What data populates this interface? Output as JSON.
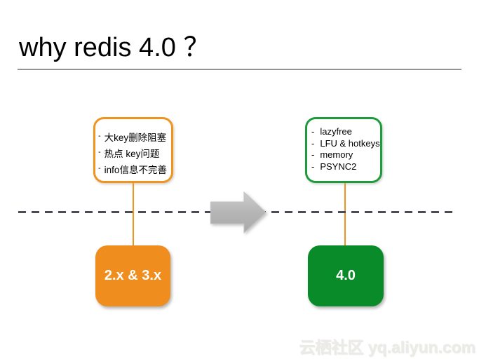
{
  "title": "why redis 4.0 ？",
  "watermark": "云栖社区 yq.aliyun.com",
  "old_version": {
    "label": "2.x & 3.x",
    "issues": [
      "大key删除阻塞",
      "热点 key问题",
      "info信息不完善"
    ]
  },
  "new_version": {
    "label": "4.0",
    "features": [
      "lazyfree",
      "LFU & hotkeys",
      "memory",
      "PSYNC2"
    ]
  },
  "colors": {
    "orange": "#F0941E",
    "orange_fill": "#EF8E1E",
    "green_border": "#1E9B3C",
    "green_fill": "#0A8B29",
    "arrow_gray": "#B5B5B5",
    "dash_gray": "#4A4E54"
  }
}
